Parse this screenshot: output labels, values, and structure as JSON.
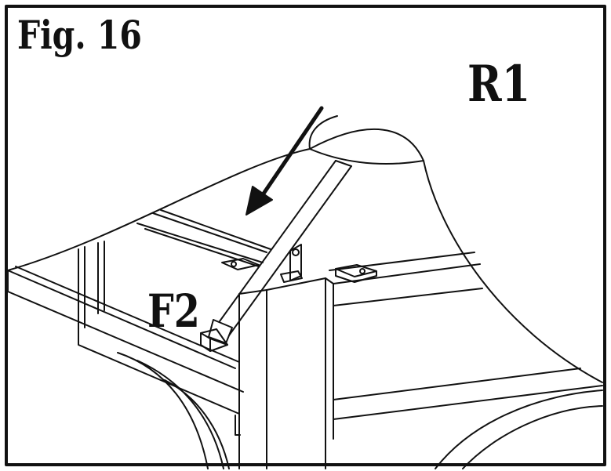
{
  "figure": {
    "title": "Fig. 16",
    "labels": {
      "r1": "R1",
      "f2": "F2"
    },
    "line_color": "#111111",
    "background_color": "#ffffff"
  }
}
